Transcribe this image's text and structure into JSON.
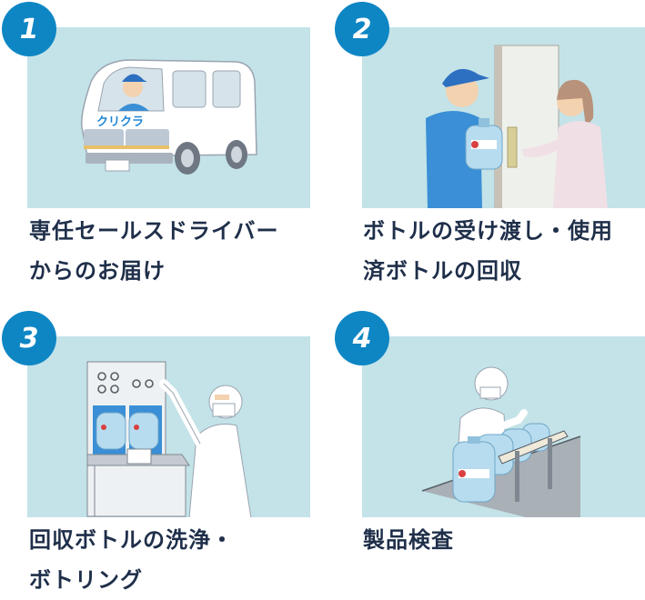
{
  "steps": [
    {
      "number": "1",
      "caption_lines": [
        "専任セールスドライバー",
        "からのお届け"
      ],
      "illustration": "delivery-van-icon",
      "van_label": "クリクラ"
    },
    {
      "number": "2",
      "caption_lines": [
        "ボトルの受け渡し・使用",
        "済ボトルの回収"
      ],
      "illustration": "bottle-handover-icon"
    },
    {
      "number": "3",
      "caption_lines": [
        "回収ボトルの洗浄・",
        "ボトリング"
      ],
      "illustration": "bottle-washing-icon"
    },
    {
      "number": "4",
      "caption_lines": [
        "製品検査"
      ],
      "illustration": "product-inspection-icon"
    }
  ],
  "colors": {
    "badge": "#0e86c4",
    "panel": "#c3e3e8",
    "caption_text": "#1f2f4a",
    "uniform_blue": "#3a8fd6"
  }
}
